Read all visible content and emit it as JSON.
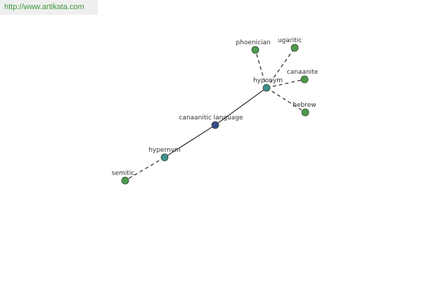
{
  "header": {
    "url": "http://www.artikata.com"
  },
  "colors": {
    "center": "#3a4a8c",
    "category": "#3f8f8f",
    "leaf": "#4f9a4f",
    "url_text": "#3c9a3c"
  },
  "graph": {
    "nodes": [
      {
        "id": "center",
        "label": "canaanitic language",
        "kind": "center"
      },
      {
        "id": "hypernym",
        "label": "hypernym",
        "kind": "category"
      },
      {
        "id": "hyponym",
        "label": "hyponym",
        "kind": "category"
      },
      {
        "id": "semitic",
        "label": "semitic",
        "kind": "leaf"
      },
      {
        "id": "phoenician",
        "label": "phoenician",
        "kind": "leaf"
      },
      {
        "id": "ugaritic",
        "label": "ugaritic",
        "kind": "leaf"
      },
      {
        "id": "canaanite",
        "label": "canaanite",
        "kind": "leaf"
      },
      {
        "id": "hebrew",
        "label": "hebrew",
        "kind": "leaf"
      }
    ],
    "edges": [
      {
        "from": "center",
        "to": "hypernym",
        "style": "solid"
      },
      {
        "from": "center",
        "to": "hyponym",
        "style": "solid"
      },
      {
        "from": "hypernym",
        "to": "semitic",
        "style": "dashed"
      },
      {
        "from": "hyponym",
        "to": "phoenician",
        "style": "dashed"
      },
      {
        "from": "hyponym",
        "to": "ugaritic",
        "style": "dashed"
      },
      {
        "from": "hyponym",
        "to": "canaanite",
        "style": "dashed"
      },
      {
        "from": "hyponym",
        "to": "hebrew",
        "style": "dashed"
      }
    ]
  }
}
